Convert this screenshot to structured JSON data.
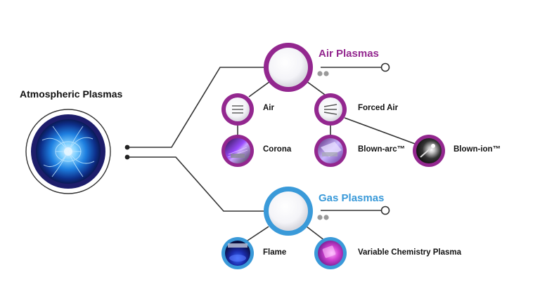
{
  "title": "Atmospheric Plasmas",
  "branches": {
    "air": {
      "label": "Air Plasmas",
      "children": [
        {
          "label": "Air",
          "icon": "air-lines-icon"
        },
        {
          "label": "Forced Air",
          "icon": "forced-air-icon"
        },
        {
          "label": "Corona",
          "icon": "corona-photo-icon"
        },
        {
          "label": "Blown-arc™",
          "icon": "blown-arc-photo-icon"
        },
        {
          "label": "Blown-ion™",
          "icon": "blown-ion-photo-icon"
        }
      ]
    },
    "gas": {
      "label": "Gas Plasmas",
      "children": [
        {
          "label": "Flame",
          "icon": "flame-photo-icon"
        },
        {
          "label": "Variable Chemistry Plasma",
          "icon": "variable-chemistry-photo-icon"
        }
      ]
    }
  },
  "colors": {
    "air_purple": "#93278f",
    "gas_blue": "#3a9ad9",
    "line_dark": "#333333",
    "plasma_navy": "#1d1d6b"
  }
}
